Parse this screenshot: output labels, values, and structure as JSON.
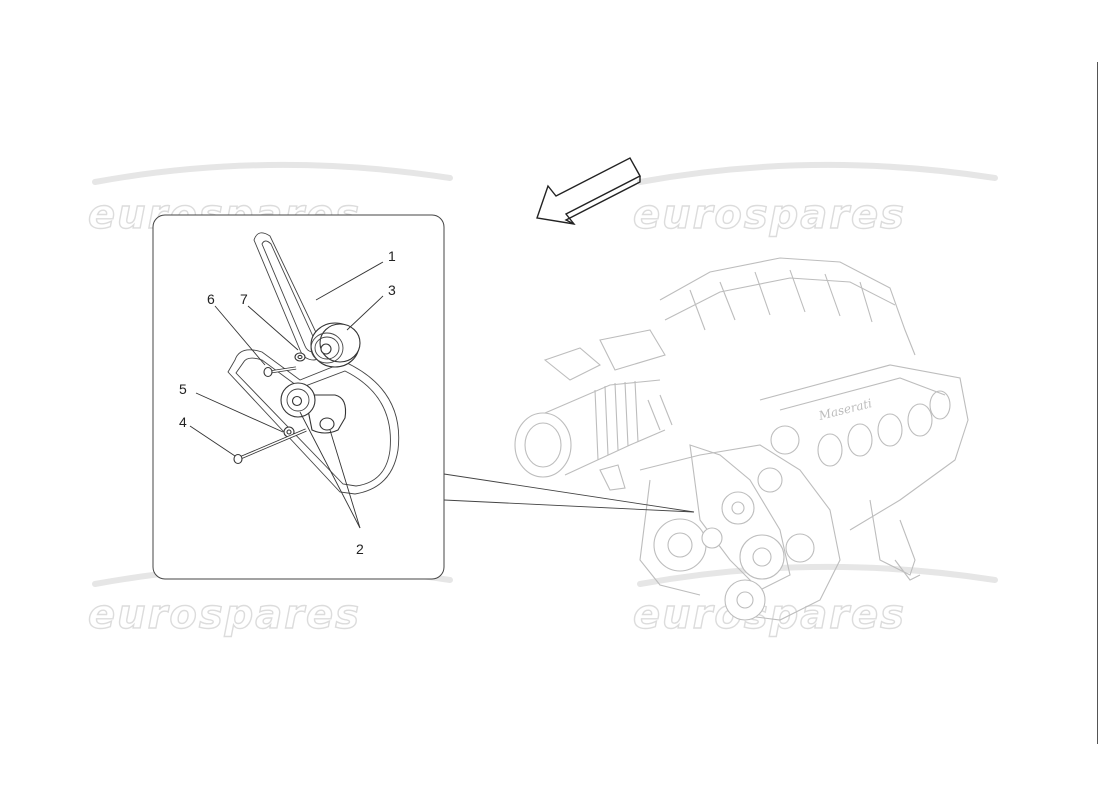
{
  "watermarks": [
    {
      "text": "eurospares"
    },
    {
      "text": "eurospares"
    },
    {
      "text": "eurospares"
    },
    {
      "text": "eurospares"
    }
  ],
  "engine_script": "Maserati",
  "callouts": [
    {
      "number": "1"
    },
    {
      "number": "2"
    },
    {
      "number": "3"
    },
    {
      "number": "4"
    },
    {
      "number": "5"
    },
    {
      "number": "6"
    },
    {
      "number": "7"
    }
  ]
}
